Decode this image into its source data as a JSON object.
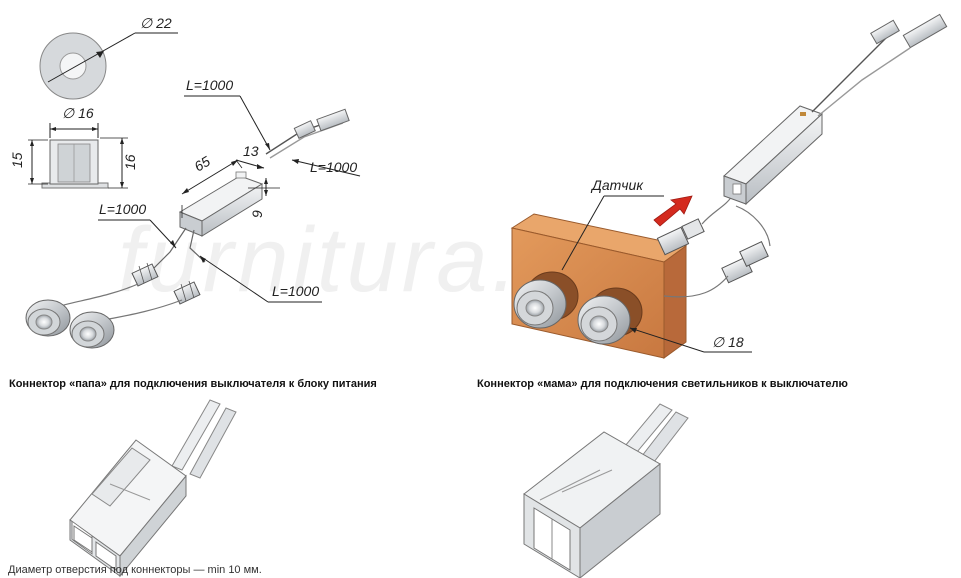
{
  "watermark": "furnitura.ru",
  "dimensions": {
    "outer_diameter": "∅ 22",
    "inner_diameter": "∅ 16",
    "height_15": "15",
    "height_16": "16",
    "length_65": "65",
    "width_13": "13",
    "thickness_9": "9",
    "cable_top": "L=1000",
    "cable_right": "L=1000",
    "cable_left": "L=1000",
    "cable_bottom": "L=1000",
    "hole_diameter": "∅ 18"
  },
  "labels": {
    "sensor": "Датчик"
  },
  "captions": {
    "male_connector": "Коннектор «папа» для подключения выключателя к блоку питания",
    "female_connector": "Коннектор «мама» для подключения светильников к выключателю",
    "footnote": "Диаметр отверстия под коннекторы — min 10 мм."
  },
  "colors": {
    "wood": "#d98a4e",
    "wood_dark": "#b8693a",
    "arrow": "#d42a1e",
    "metal": "#c9cdd1",
    "line": "#333333"
  }
}
